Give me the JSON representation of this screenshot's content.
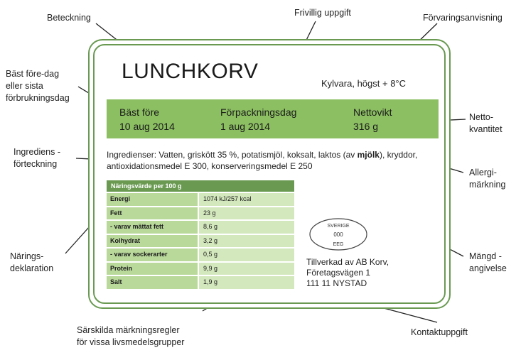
{
  "callouts": {
    "beteckning": "Beteckning",
    "frivillig": "Frivillig uppgift",
    "forvaring": "Förvaringsanvisning",
    "bast_fore_line1": "Bäst före-dag",
    "bast_fore_line2": "eller sista",
    "bast_fore_line3": "förbrukningsdag",
    "netto_line1": "Netto-",
    "netto_line2": "kvantitet",
    "ingrediens_line1": "Ingrediens -",
    "ingrediens_line2": "förteckning",
    "allergi_line1": "Allergi-",
    "allergi_line2": "märkning",
    "narings_line1": "Närings-",
    "narings_line2": "deklaration",
    "mangd_line1": "Mängd -",
    "mangd_line2": "angivelse",
    "sarskilda_line1": "Särskilda märkningsregler",
    "sarskilda_line2": "för vissa livsmedelsgrupper",
    "kontakt": "Kontaktuppgift"
  },
  "label": {
    "product_name": "LUNCHKORV",
    "storage": "Kylvara, högst + 8°C",
    "best_before_title": "Bäst före",
    "best_before_date": "10 aug 2014",
    "packaging_title": "Förpackningsdag",
    "packaging_date": "1 aug 2014",
    "net_title": "Nettovikt",
    "net_value": "316 g",
    "ingredients_pre": "Ingredienser: Vatten, griskött 35 %, potatismjöl, koksalt, laktos (av ",
    "ingredients_bold": "mjölk",
    "ingredients_post": "), kryddor, antioxidationsmedel E 300, konserveringsmedel E 250",
    "stamp_top": "SVERIGE",
    "stamp_mid": "000",
    "stamp_bottom": "EEG",
    "producer_line1": "Tillverkad av AB Korv,",
    "producer_line2": "Företagsvägen 1",
    "producer_line3": "111 11 NYSTAD"
  },
  "nutrition": {
    "header": "Näringsvärde per 100 g",
    "rows": [
      {
        "name": "Energi",
        "value": "1074 kJ/257 kcal"
      },
      {
        "name": "Fett",
        "value": "23 g"
      },
      {
        "name": "- varav mättat fett",
        "value": "8,6 g"
      },
      {
        "name": "Kolhydrat",
        "value": "3,2 g"
      },
      {
        "name": "- varav sockerarter",
        "value": "0,5 g"
      },
      {
        "name": "Protein",
        "value": "9,9 g"
      },
      {
        "name": "Salt",
        "value": "1,9 g"
      }
    ]
  },
  "colors": {
    "border": "#6a9a52",
    "band": "#8cbf62",
    "table_header": "#6a9a52",
    "table_col1": "#b9d99b",
    "table_col2": "#d3e8bd"
  }
}
